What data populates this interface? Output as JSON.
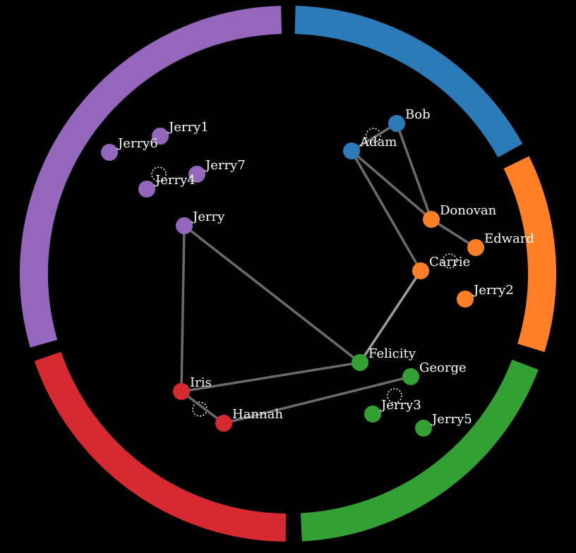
{
  "groups": [
    {
      "id": "blue",
      "color": "#2a7bb8"
    },
    {
      "id": "orange",
      "color": "#ff7f27"
    },
    {
      "id": "green",
      "color": "#33a033"
    },
    {
      "id": "red",
      "color": "#d62a30"
    },
    {
      "id": "purple",
      "color": "#9467bd"
    }
  ],
  "nodes": [
    {
      "name": "Bob",
      "group": "blue"
    },
    {
      "name": "Adam",
      "group": "blue"
    },
    {
      "name": "Donovan",
      "group": "orange"
    },
    {
      "name": "Edward",
      "group": "orange"
    },
    {
      "name": "Carrie",
      "group": "orange"
    },
    {
      "name": "Jerry2",
      "group": "orange"
    },
    {
      "name": "Felicity",
      "group": "green"
    },
    {
      "name": "George",
      "group": "green"
    },
    {
      "name": "Jerry3",
      "group": "green"
    },
    {
      "name": "Jerry5",
      "group": "green"
    },
    {
      "name": "Iris",
      "group": "red"
    },
    {
      "name": "Hannah",
      "group": "red"
    },
    {
      "name": "Jerry",
      "group": "purple"
    },
    {
      "name": "Jerry1",
      "group": "purple"
    },
    {
      "name": "Jerry6",
      "group": "purple"
    },
    {
      "name": "Jerry7",
      "group": "purple"
    },
    {
      "name": "Jerry4",
      "group": "purple"
    }
  ],
  "links": [
    {
      "source": "Adam",
      "target": "Bob"
    },
    {
      "source": "Adam",
      "target": "Donovan"
    },
    {
      "source": "Bob",
      "target": "Donovan"
    },
    {
      "source": "Adam",
      "target": "Carrie"
    },
    {
      "source": "Donovan",
      "target": "Edward"
    },
    {
      "source": "Carrie",
      "target": "Felicity",
      "highlight": true
    },
    {
      "source": "Jerry",
      "target": "Felicity"
    },
    {
      "source": "Jerry",
      "target": "Iris"
    },
    {
      "source": "Iris",
      "target": "Felicity"
    },
    {
      "source": "Iris",
      "target": "Hannah"
    },
    {
      "source": "Hannah",
      "target": "George"
    }
  ]
}
